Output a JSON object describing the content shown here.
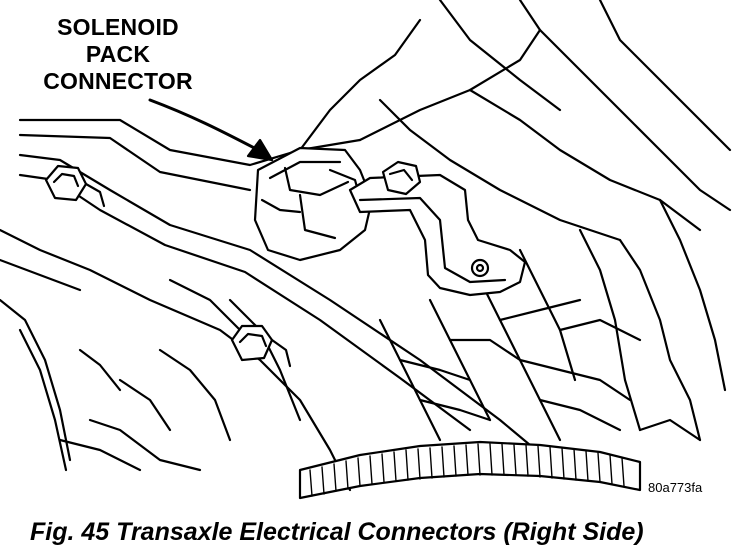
{
  "callout": {
    "line1": "SOLENOID",
    "line2": "PACK",
    "line3": "CONNECTOR"
  },
  "reference_code": "80a773fa",
  "caption": "Fig. 45 Transaxle Electrical Connectors (Right Side)"
}
